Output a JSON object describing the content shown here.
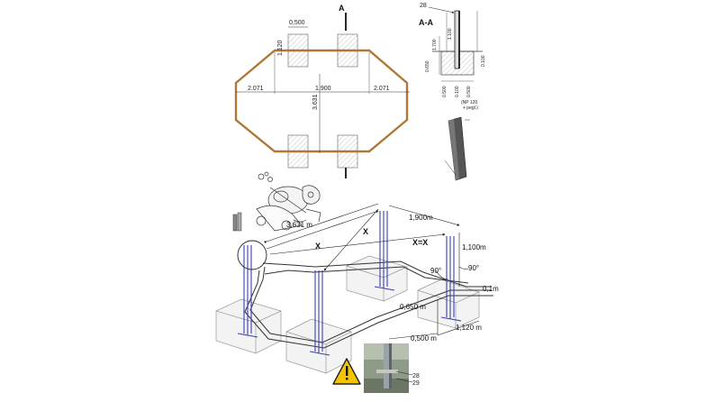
{
  "plan_view": {
    "section_marker": "A",
    "dims": {
      "post_width": "0,500",
      "top_offset": "1.120",
      "left_span": "2.071",
      "mid_span": "1.900",
      "right_span": "2.071",
      "width": "3.631"
    }
  },
  "section_view": {
    "title": "A-A",
    "callout": "28",
    "dims": {
      "above_ground": "1.700",
      "post_height": "1.100",
      "depth": "0.650",
      "right_depth": "0.100",
      "foot_left": "0.500",
      "foot_mid": "0.100",
      "foot_right": "0.500"
    },
    "note": "(NP 120\n+ pegl.)"
  },
  "iso_view": {
    "dims": {
      "width": "3,631 m",
      "length": "1,900m",
      "height": "1,100m",
      "depth": "0,650 m",
      "base": "0,500 m",
      "foot": "1,120 m",
      "rail": "0,1m"
    },
    "labels": {
      "x_left": "X",
      "x_top": "X",
      "equality": "X=X",
      "angle_1": "90°",
      "angle_2": "90°"
    }
  },
  "photo_callouts": [
    "28",
    "29"
  ],
  "colors": {
    "rail": "#b07838",
    "post": "#3a3fb0",
    "warning": "#f5c400"
  }
}
